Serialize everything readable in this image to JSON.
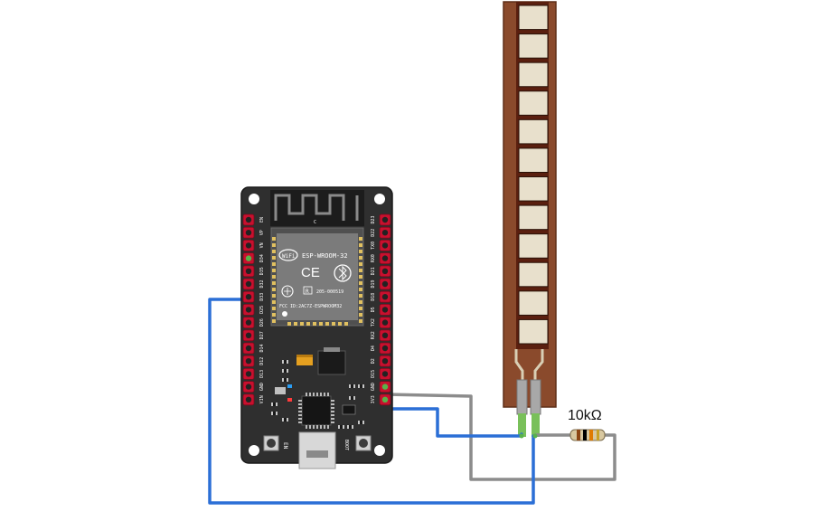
{
  "board": {
    "module_name": "ESP-WROOM-32",
    "fcc_id": "FCC ID:2AC7Z-ESPWROOM32",
    "cert_code": "205-000519",
    "r_mark": "R",
    "ce_mark": "CE",
    "wifi_mark": "WiFi",
    "antenna_c": "C",
    "button_en": "EN",
    "button_boot": "BOOT",
    "left_pins": [
      "EN",
      "VP",
      "VN",
      "D34",
      "D35",
      "D32",
      "D33",
      "D25",
      "D26",
      "D27",
      "D14",
      "D12",
      "D13",
      "GND",
      "VIN"
    ],
    "right_pins": [
      "D23",
      "D22",
      "TX0",
      "RX0",
      "D21",
      "D19",
      "D18",
      "D5",
      "TX2",
      "RX2",
      "D4",
      "D2",
      "D15",
      "GND",
      "3V3"
    ]
  },
  "resistor": {
    "label": "10kΩ",
    "band_colors": [
      "#8b4513",
      "#000000",
      "#e07b00",
      "#c9a227"
    ]
  },
  "flex_sensor": {
    "segments": 12
  },
  "wires": {
    "signal_color": "#2b6fd6",
    "ground_color": "#8c8c8c"
  }
}
